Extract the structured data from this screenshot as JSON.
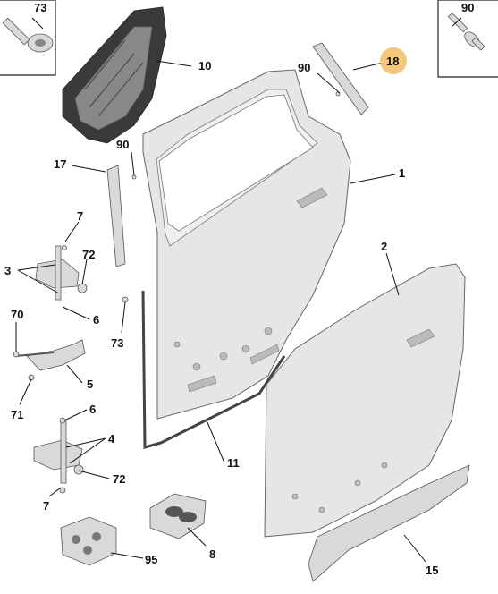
{
  "callouts": {
    "c73_top": "73",
    "c90_top": "90",
    "c18": "18",
    "c90_mid": "90",
    "c10": "10",
    "c90_left": "90",
    "c17": "17",
    "c1": "1",
    "c7_top": "7",
    "c72_top": "72",
    "c3": "3",
    "c6_top": "6",
    "c70": "70",
    "c73_mid": "73",
    "c5": "5",
    "c71": "71",
    "c2": "2",
    "c6_bot": "6",
    "c4": "4",
    "c11": "11",
    "c72_bot": "72",
    "c7_bot": "7",
    "c8": "8",
    "c95": "95",
    "c15": "15"
  },
  "colors": {
    "highlight": "#f5c77a",
    "line": "#111111",
    "panel": "#e6e6e6"
  }
}
